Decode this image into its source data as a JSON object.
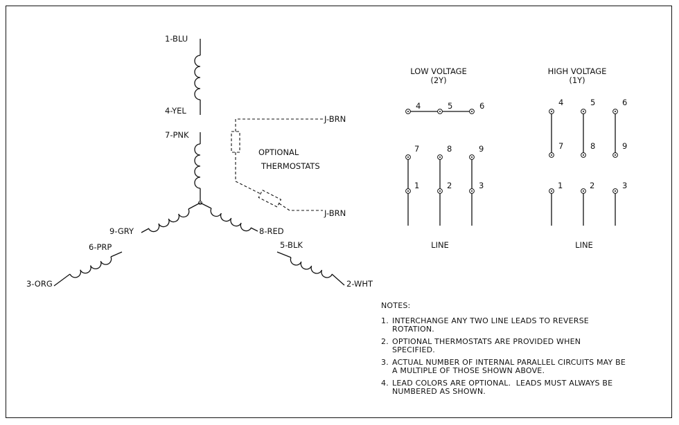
{
  "coil": {
    "leads": {
      "l1": "1-BLU",
      "l4": "4-YEL",
      "l7": "7-PNK",
      "l8": "8-RED",
      "l9": "9-GRY",
      "l6": "6-PRP",
      "l3": "3-ORG",
      "l5": "5-BLK",
      "l2": "2-WHT"
    }
  },
  "thermostats": {
    "label_line1": "OPTIONAL",
    "label_line2": "THERMOSTATS",
    "lead_top": "J-BRN",
    "lead_bottom": "J-BRN"
  },
  "low_voltage": {
    "title": "LOW VOLTAGE",
    "subtitle": "(2Y)",
    "terminals": [
      "4",
      "5",
      "6",
      "7",
      "8",
      "9",
      "1",
      "2",
      "3"
    ],
    "line_label": "LINE"
  },
  "high_voltage": {
    "title": "HIGH VOLTAGE",
    "subtitle": "(1Y)",
    "terminals": [
      "4",
      "5",
      "6",
      "7",
      "8",
      "9",
      "1",
      "2",
      "3"
    ],
    "line_label": "LINE"
  },
  "notes": {
    "header": "NOTES:",
    "items": [
      {
        "num": "1.",
        "text": "INTERCHANGE ANY TWO LINE LEADS TO REVERSE ROTATION."
      },
      {
        "num": "2.",
        "text": "OPTIONAL THERMOSTATS ARE PROVIDED WHEN SPECIFIED."
      },
      {
        "num": "3.",
        "text": "ACTUAL NUMBER OF INTERNAL PARALLEL CIRCUITS MAY BE A MULTIPLE OF THOSE SHOWN ABOVE."
      },
      {
        "num": "4.",
        "text": "LEAD COLORS ARE OPTIONAL.  LEADS MUST ALWAYS BE NUMBERED AS SHOWN."
      }
    ]
  }
}
